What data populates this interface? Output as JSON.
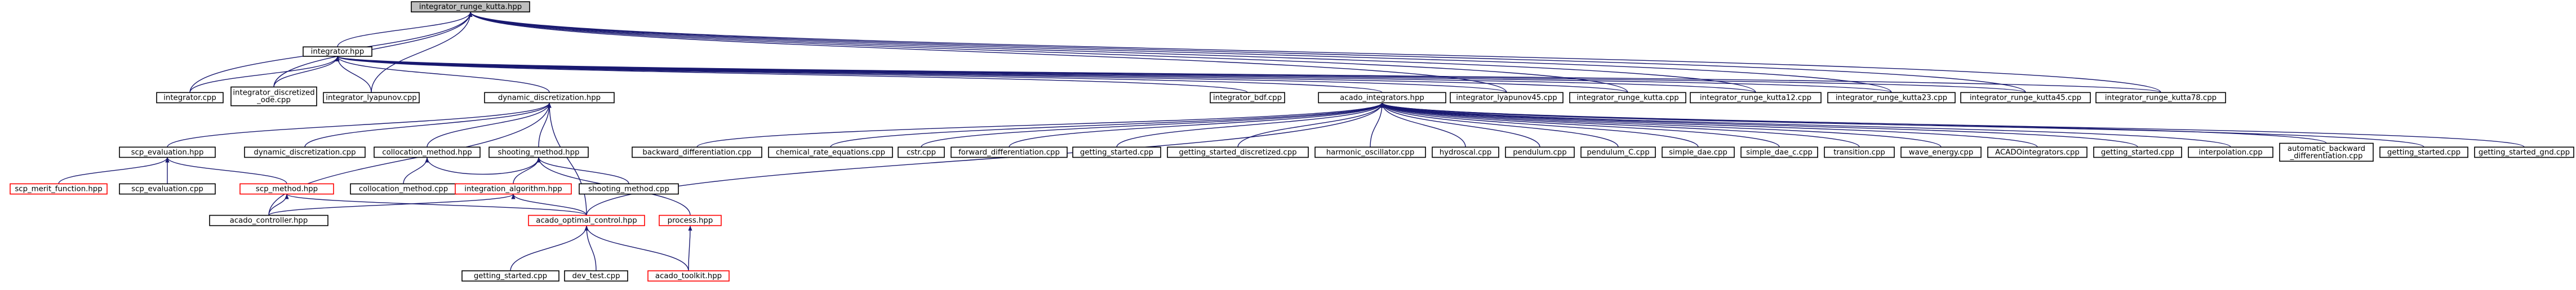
{
  "graph": {
    "nodes": [
      {
        "id": "n0",
        "label": "integrator_runge_kutta.hpp",
        "style": "root"
      },
      {
        "id": "n1",
        "label": "integrator.hpp",
        "style": "normal"
      },
      {
        "id": "n2",
        "label": "integrator.cpp",
        "style": "normal"
      },
      {
        "id": "n3",
        "label": "integrator_discretized\n_ode.cpp",
        "style": "normal"
      },
      {
        "id": "n4",
        "label": "integrator_lyapunov.cpp",
        "style": "normal"
      },
      {
        "id": "n5",
        "label": "dynamic_discretization.hpp",
        "style": "normal"
      },
      {
        "id": "n6",
        "label": "integrator_bdf.cpp",
        "style": "normal"
      },
      {
        "id": "n7",
        "label": "acado_integrators.hpp",
        "style": "normal"
      },
      {
        "id": "n8",
        "label": "integrator_lyapunov45.cpp",
        "style": "normal"
      },
      {
        "id": "n9",
        "label": "integrator_runge_kutta.cpp",
        "style": "normal"
      },
      {
        "id": "n10",
        "label": "integrator_runge_kutta12.cpp",
        "style": "normal"
      },
      {
        "id": "n11",
        "label": "integrator_runge_kutta23.cpp",
        "style": "normal"
      },
      {
        "id": "n12",
        "label": "integrator_runge_kutta45.cpp",
        "style": "normal"
      },
      {
        "id": "n13",
        "label": "integrator_runge_kutta78.cpp",
        "style": "normal"
      },
      {
        "id": "n14",
        "label": "scp_evaluation.hpp",
        "style": "normal"
      },
      {
        "id": "n15",
        "label": "dynamic_discretization.cpp",
        "style": "normal"
      },
      {
        "id": "n16",
        "label": "collocation_method.hpp",
        "style": "normal"
      },
      {
        "id": "n17",
        "label": "shooting_method.hpp",
        "style": "normal"
      },
      {
        "id": "n18",
        "label": "scp_merit_function.hpp",
        "style": "red"
      },
      {
        "id": "n19",
        "label": "scp_evaluation.cpp",
        "style": "normal"
      },
      {
        "id": "n20",
        "label": "scp_method.hpp",
        "style": "red"
      },
      {
        "id": "n21",
        "label": "collocation_method.cpp",
        "style": "normal"
      },
      {
        "id": "n22",
        "label": "integration_algorithm.hpp",
        "style": "red"
      },
      {
        "id": "n23",
        "label": "shooting_method.cpp",
        "style": "normal"
      },
      {
        "id": "n24",
        "label": "acado_controller.hpp",
        "style": "normal"
      },
      {
        "id": "n25",
        "label": "acado_optimal_control.hpp",
        "style": "red"
      },
      {
        "id": "n26",
        "label": "process.hpp",
        "style": "red"
      },
      {
        "id": "n27",
        "label": "getting_started.cpp",
        "style": "normal"
      },
      {
        "id": "n28",
        "label": "dev_test.cpp",
        "style": "normal"
      },
      {
        "id": "n29",
        "label": "acado_toolkit.hpp",
        "style": "red"
      },
      {
        "id": "n30",
        "label": "backward_differentiation.cpp",
        "style": "normal"
      },
      {
        "id": "n31",
        "label": "chemical_rate_equations.cpp",
        "style": "normal"
      },
      {
        "id": "n32",
        "label": "cstr.cpp",
        "style": "normal"
      },
      {
        "id": "n33",
        "label": "forward_differentiation.cpp",
        "style": "normal"
      },
      {
        "id": "n34",
        "label": "getting_started.cpp",
        "style": "normal"
      },
      {
        "id": "n35",
        "label": "getting_started_discretized.cpp",
        "style": "normal"
      },
      {
        "id": "n36",
        "label": "harmonic_oscillator.cpp",
        "style": "normal"
      },
      {
        "id": "n37",
        "label": "hydroscal.cpp",
        "style": "normal"
      },
      {
        "id": "n38",
        "label": "pendulum.cpp",
        "style": "normal"
      },
      {
        "id": "n39",
        "label": "pendulum_C.cpp",
        "style": "normal"
      },
      {
        "id": "n40",
        "label": "simple_dae.cpp",
        "style": "normal"
      },
      {
        "id": "n41",
        "label": "simple_dae_c.cpp",
        "style": "normal"
      },
      {
        "id": "n42",
        "label": "transition.cpp",
        "style": "normal"
      },
      {
        "id": "n43",
        "label": "wave_energy.cpp",
        "style": "normal"
      },
      {
        "id": "n44",
        "label": "ACADOintegrators.cpp",
        "style": "normal"
      },
      {
        "id": "n45",
        "label": "getting_started.cpp",
        "style": "normal"
      },
      {
        "id": "n46",
        "label": "interpolation.cpp",
        "style": "normal"
      },
      {
        "id": "n47",
        "label": "automatic_backward\n_differentiation.cpp",
        "style": "normal"
      },
      {
        "id": "n48",
        "label": "getting_started.cpp",
        "style": "normal"
      },
      {
        "id": "n49",
        "label": "getting_started_gnd.cpp",
        "style": "normal"
      }
    ],
    "edges": [
      [
        "n1",
        "n0"
      ],
      [
        "n2",
        "n0"
      ],
      [
        "n3",
        "n0"
      ],
      [
        "n4",
        "n0"
      ],
      [
        "n8",
        "n0"
      ],
      [
        "n9",
        "n0"
      ],
      [
        "n10",
        "n0"
      ],
      [
        "n11",
        "n0"
      ],
      [
        "n12",
        "n0"
      ],
      [
        "n13",
        "n0"
      ],
      [
        "n2",
        "n1"
      ],
      [
        "n3",
        "n1"
      ],
      [
        "n4",
        "n1"
      ],
      [
        "n5",
        "n1"
      ],
      [
        "n6",
        "n1"
      ],
      [
        "n7",
        "n1"
      ],
      [
        "n8",
        "n1"
      ],
      [
        "n9",
        "n1"
      ],
      [
        "n10",
        "n1"
      ],
      [
        "n11",
        "n1"
      ],
      [
        "n12",
        "n1"
      ],
      [
        "n13",
        "n1"
      ],
      [
        "n14",
        "n5"
      ],
      [
        "n15",
        "n5"
      ],
      [
        "n16",
        "n5"
      ],
      [
        "n17",
        "n5"
      ],
      [
        "n24",
        "n5"
      ],
      [
        "n25",
        "n5"
      ],
      [
        "n16",
        "n17"
      ],
      [
        "n21",
        "n16"
      ],
      [
        "n22",
        "n17"
      ],
      [
        "n23",
        "n17"
      ],
      [
        "n26",
        "n17"
      ],
      [
        "n18",
        "n14"
      ],
      [
        "n19",
        "n14"
      ],
      [
        "n20",
        "n14"
      ],
      [
        "n24",
        "n20"
      ],
      [
        "n25",
        "n20"
      ],
      [
        "n24",
        "n22"
      ],
      [
        "n25",
        "n22"
      ],
      [
        "n27",
        "n25"
      ],
      [
        "n28",
        "n25"
      ],
      [
        "n29",
        "n25"
      ],
      [
        "n29",
        "n26"
      ],
      [
        "n30",
        "n7"
      ],
      [
        "n31",
        "n7"
      ],
      [
        "n32",
        "n7"
      ],
      [
        "n33",
        "n7"
      ],
      [
        "n34",
        "n7"
      ],
      [
        "n35",
        "n7"
      ],
      [
        "n36",
        "n7"
      ],
      [
        "n37",
        "n7"
      ],
      [
        "n38",
        "n7"
      ],
      [
        "n39",
        "n7"
      ],
      [
        "n40",
        "n7"
      ],
      [
        "n41",
        "n7"
      ],
      [
        "n42",
        "n7"
      ],
      [
        "n43",
        "n7"
      ],
      [
        "n44",
        "n7"
      ],
      [
        "n45",
        "n7"
      ],
      [
        "n46",
        "n7"
      ],
      [
        "n47",
        "n7"
      ],
      [
        "n48",
        "n7"
      ],
      [
        "n49",
        "n7"
      ],
      [
        "n25",
        "n7"
      ]
    ]
  }
}
